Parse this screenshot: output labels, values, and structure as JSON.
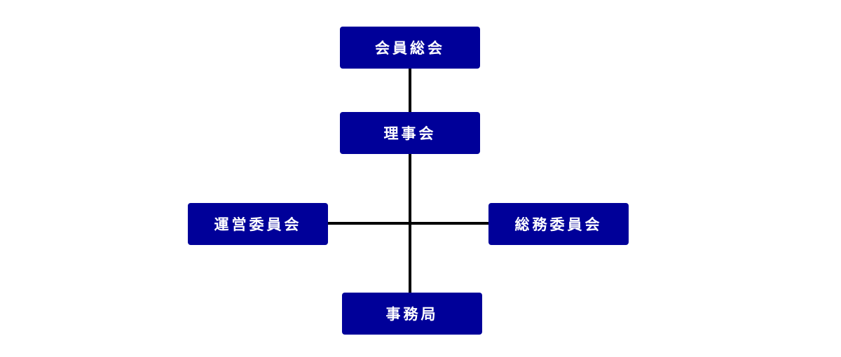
{
  "colors": {
    "node_fill": "#000099",
    "node_text": "#ffffff",
    "connector": "#000000",
    "background": "#ffffff"
  },
  "nodes": {
    "general_assembly": "会員総会",
    "board": "理事会",
    "operations_committee": "運営委員会",
    "general_affairs_committee": "総務委員会",
    "secretariat": "事務局"
  }
}
